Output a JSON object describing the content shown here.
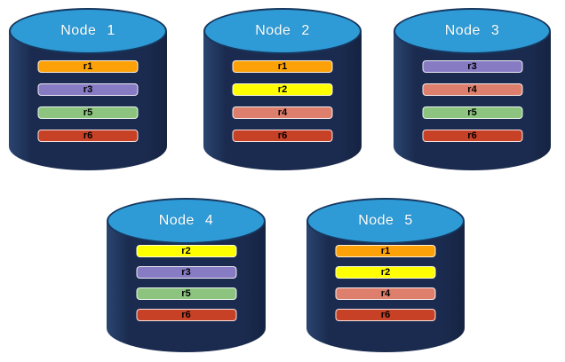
{
  "diagram": {
    "description": "Database nodes with replica placement",
    "colors": {
      "cylinder_body": "#1B2B4F",
      "cylinder_top": "#2E9BD6",
      "cylinder_top_border": "#17375E",
      "node_label_text": "#FFFFFF",
      "replica_label_text": "#000000",
      "page_background": "#FFFFFF"
    },
    "replica_colors": {
      "r1": "#FCA108",
      "r2": "#FFFF00",
      "r3": "#877BC4",
      "r4": "#DD7F6C",
      "r5": "#8CC47F",
      "r6": "#C74126"
    },
    "nodes": [
      {
        "label": "Node 1",
        "replicas": [
          "r1",
          "r3",
          "r5",
          "r6"
        ]
      },
      {
        "label": "Node 2",
        "replicas": [
          "r1",
          "r2",
          "r4",
          "r6"
        ]
      },
      {
        "label": "Node 3",
        "replicas": [
          "r3",
          "r4",
          "r5",
          "r6"
        ]
      },
      {
        "label": "Node 4",
        "replicas": [
          "r2",
          "r3",
          "r5",
          "r6"
        ]
      },
      {
        "label": "Node 5",
        "replicas": [
          "r1",
          "r2",
          "r4",
          "r6"
        ]
      }
    ]
  }
}
